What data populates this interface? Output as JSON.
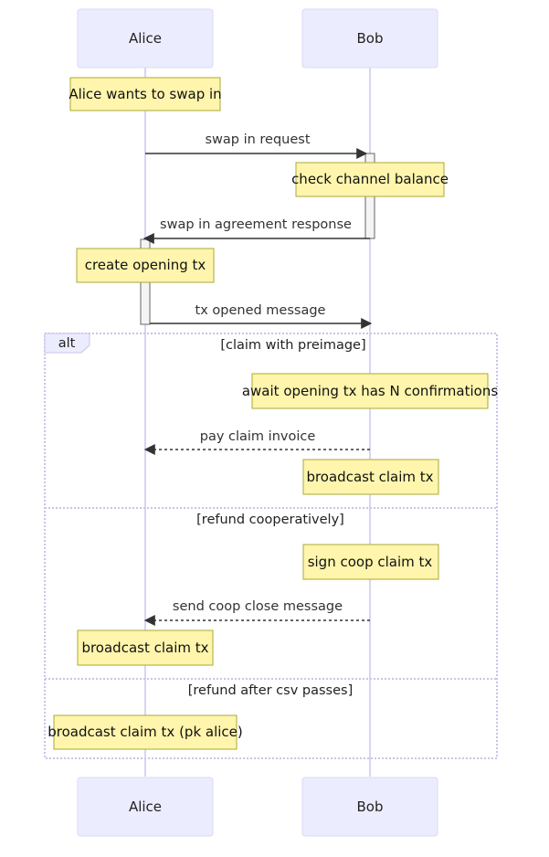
{
  "actors": {
    "alice": "Alice",
    "bob": "Bob"
  },
  "notes": {
    "alice_wants": "Alice wants to swap in",
    "check_balance": "check channel balance",
    "create_opening": "create opening tx",
    "await_confirmations": "await opening tx has N confirmations",
    "broadcast_claim_bob": "broadcast claim tx",
    "sign_coop": "sign coop claim tx",
    "broadcast_claim_alice": "broadcast claim tx",
    "broadcast_claim_pk": "broadcast claim tx (pk alice)"
  },
  "messages": {
    "swap_request": "swap in request",
    "agreement_response": "swap in agreement response",
    "tx_opened": "tx opened message",
    "pay_claim": "pay claim invoice",
    "send_coop": "send coop close message"
  },
  "alt_block": {
    "keyword": "alt",
    "cond_claim": "[claim with preimage]",
    "cond_refund_coop": "[refund cooperatively]",
    "cond_refund_csv": "[refund after csv passes]"
  }
}
